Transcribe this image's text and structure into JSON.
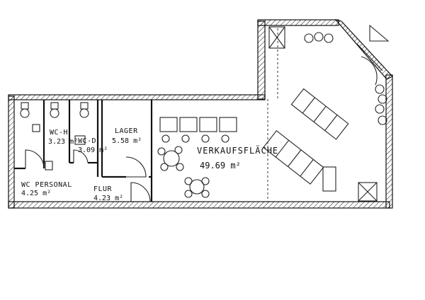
{
  "rooms": [
    {
      "id": "verkaufsflaeche",
      "name": "VERKAUFSFLÄCHE",
      "area": "49.69 m²"
    },
    {
      "id": "lager",
      "name": "LAGER",
      "area": "5.58 m²"
    },
    {
      "id": "flur",
      "name": "FLUR",
      "area": "4.23 m²"
    },
    {
      "id": "wc-personal",
      "name": "WC PERSONAL",
      "area": "4.25 m²"
    },
    {
      "id": "wc-h",
      "name": "WC-H",
      "area": "3.23 m²"
    },
    {
      "id": "wc-d",
      "name": "WC-D",
      "area": "3.09 m²"
    }
  ]
}
